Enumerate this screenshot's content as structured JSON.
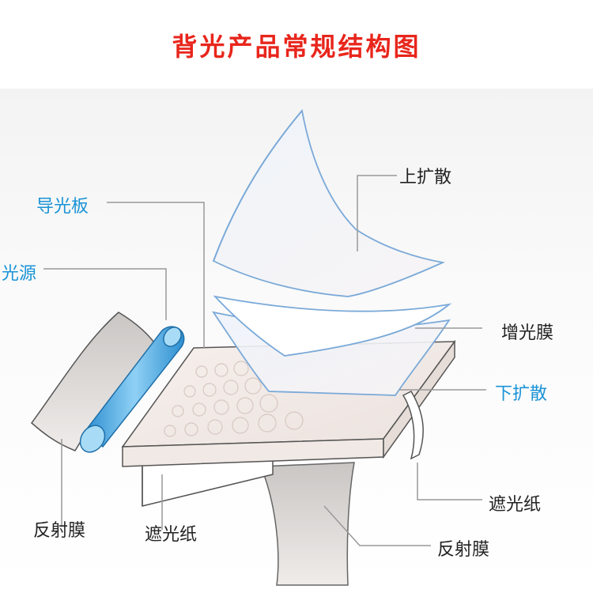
{
  "title": "背光产品常规结构图",
  "labels": {
    "upper_diffuser": "上扩散",
    "light_guide": "导光板",
    "light_source": "光源",
    "brightness_film": "增光膜",
    "lower_diffuser": "下扩散",
    "shading_paper_right": "遮光纸",
    "reflector_left": "反射膜",
    "shading_paper_bottom": "遮光纸",
    "reflector_bottom": "反射膜"
  },
  "colors": {
    "title": "#e8261c",
    "label_blue": "#1a93d6",
    "label_dark": "#222222",
    "leader_line": "#999999",
    "light_source_tube": "#4aa6e0"
  }
}
